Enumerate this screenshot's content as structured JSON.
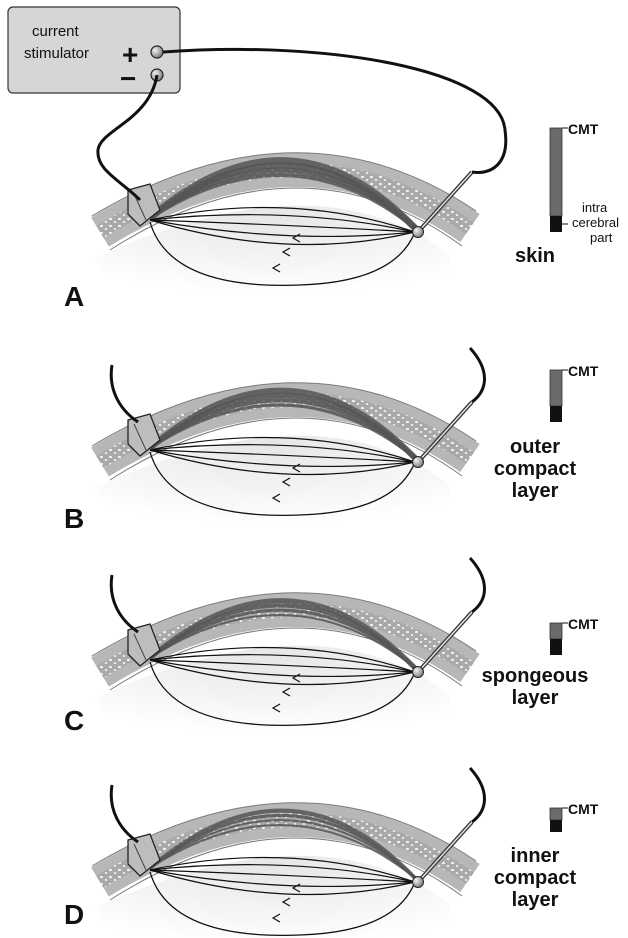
{
  "stimulator": {
    "label_line1": "current",
    "label_line2": "stimulator",
    "plus_sign": "+",
    "minus_sign": "−"
  },
  "bar_labels": {
    "cmt": "CMT",
    "intra_line1": "intra",
    "intra_line2": "cerebral",
    "intra_line3": "part"
  },
  "panels": [
    {
      "letter": "A",
      "layer_lines": [
        "skin"
      ],
      "bar_fraction": 0.154,
      "intracerebral_fraction": 0.154
    },
    {
      "letter": "B",
      "layer_lines": [
        "outer",
        "compact",
        "layer"
      ],
      "bar_fraction": 0.31,
      "intracerebral_fraction": 0.31
    },
    {
      "letter": "C",
      "layer_lines": [
        "spongeous",
        "layer"
      ],
      "bar_fraction": 0.5,
      "intracerebral_fraction": 0.5
    },
    {
      "letter": "D",
      "layer_lines": [
        "inner",
        "compact",
        "layer"
      ],
      "bar_fraction": 0.5,
      "intracerebral_fraction": 0.5
    }
  ],
  "colors": {
    "bone": "#b7b7b7",
    "bone_edge": "#7a7a7a",
    "current_dark": "#555555",
    "bar_fill": "#6b6b6b",
    "bar_intra": "#111111",
    "stimulator_box": "#d6d6d6"
  }
}
